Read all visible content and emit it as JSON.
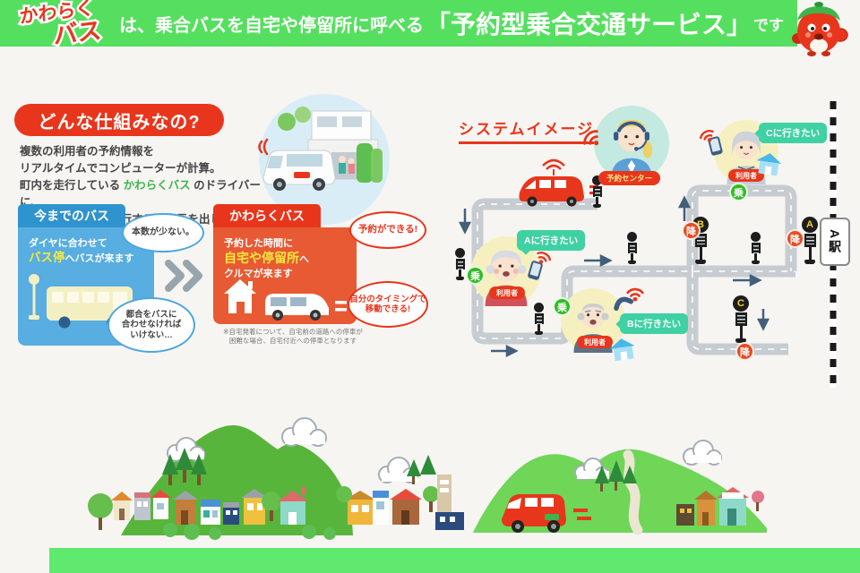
{
  "header": {
    "logo_top": "かわらく",
    "logo_bottom": "バス",
    "tagline_pre": "は、乗合バスを自宅や停留所に呼べる",
    "tagline_highlight": "「予約型乗合交通サービス」",
    "tagline_post": "です"
  },
  "how": {
    "title": "どんな仕組みなの?",
    "line1": "複数の利用者の予約情報を",
    "line2": "リアルタイムでコンピューターが計算。",
    "line3_pre": "町内を走行している ",
    "line3_brand": "かわらくバス",
    "line3_post": " のドライバーに、",
    "line4": "どういうルートで運行するか指示を出します。"
  },
  "before": {
    "tab": "今までのバス",
    "line1": "ダイヤに合わせて",
    "line2_hl": "バス停",
    "line2_rest": "へバスが来ます",
    "bubble_top": "本数が少ない。",
    "bubble_b1": "都合をバスに",
    "bubble_b2": "合わせなければ",
    "bubble_b3": "いけない…"
  },
  "kawa": {
    "tab": "かわらくバス",
    "line1": "予約した時間に",
    "line2_hl": "自宅や停留所",
    "line2_rest": "へ",
    "line3": "クルマが来ます",
    "bubble_top": "予約ができる!",
    "bubble_b1": "自分のタイミングで",
    "bubble_b2": "移動できる!",
    "note1": "※自宅発着について、自宅前の道路への停車が",
    "note2": "困難な場合、自宅付近への停車となります"
  },
  "sys": {
    "title": "システムイメージ",
    "operator_label": "予約センター",
    "user_label": "利用者",
    "bubble_a": "Aに行きたい",
    "bubble_b": "Bに行きたい",
    "bubble_c": "Cに行きたい",
    "stop_a": "A",
    "stop_b": "B",
    "stop_c": "C",
    "board": "乗",
    "alight": "降",
    "station": "A駅"
  },
  "colors": {
    "header_green": "#55DF5F",
    "brand_red": "#E8361C",
    "brand_green": "#3DB54A",
    "before_blue": "#58ADE1",
    "kawaraku_orange": "#E85A33",
    "highlight_yellow": "#F5E83C",
    "bubble_teal": "#3FD1A3",
    "board_green": "#2FBE1E",
    "alight_red": "#E84B22",
    "footer_green": "#5FE96F"
  }
}
